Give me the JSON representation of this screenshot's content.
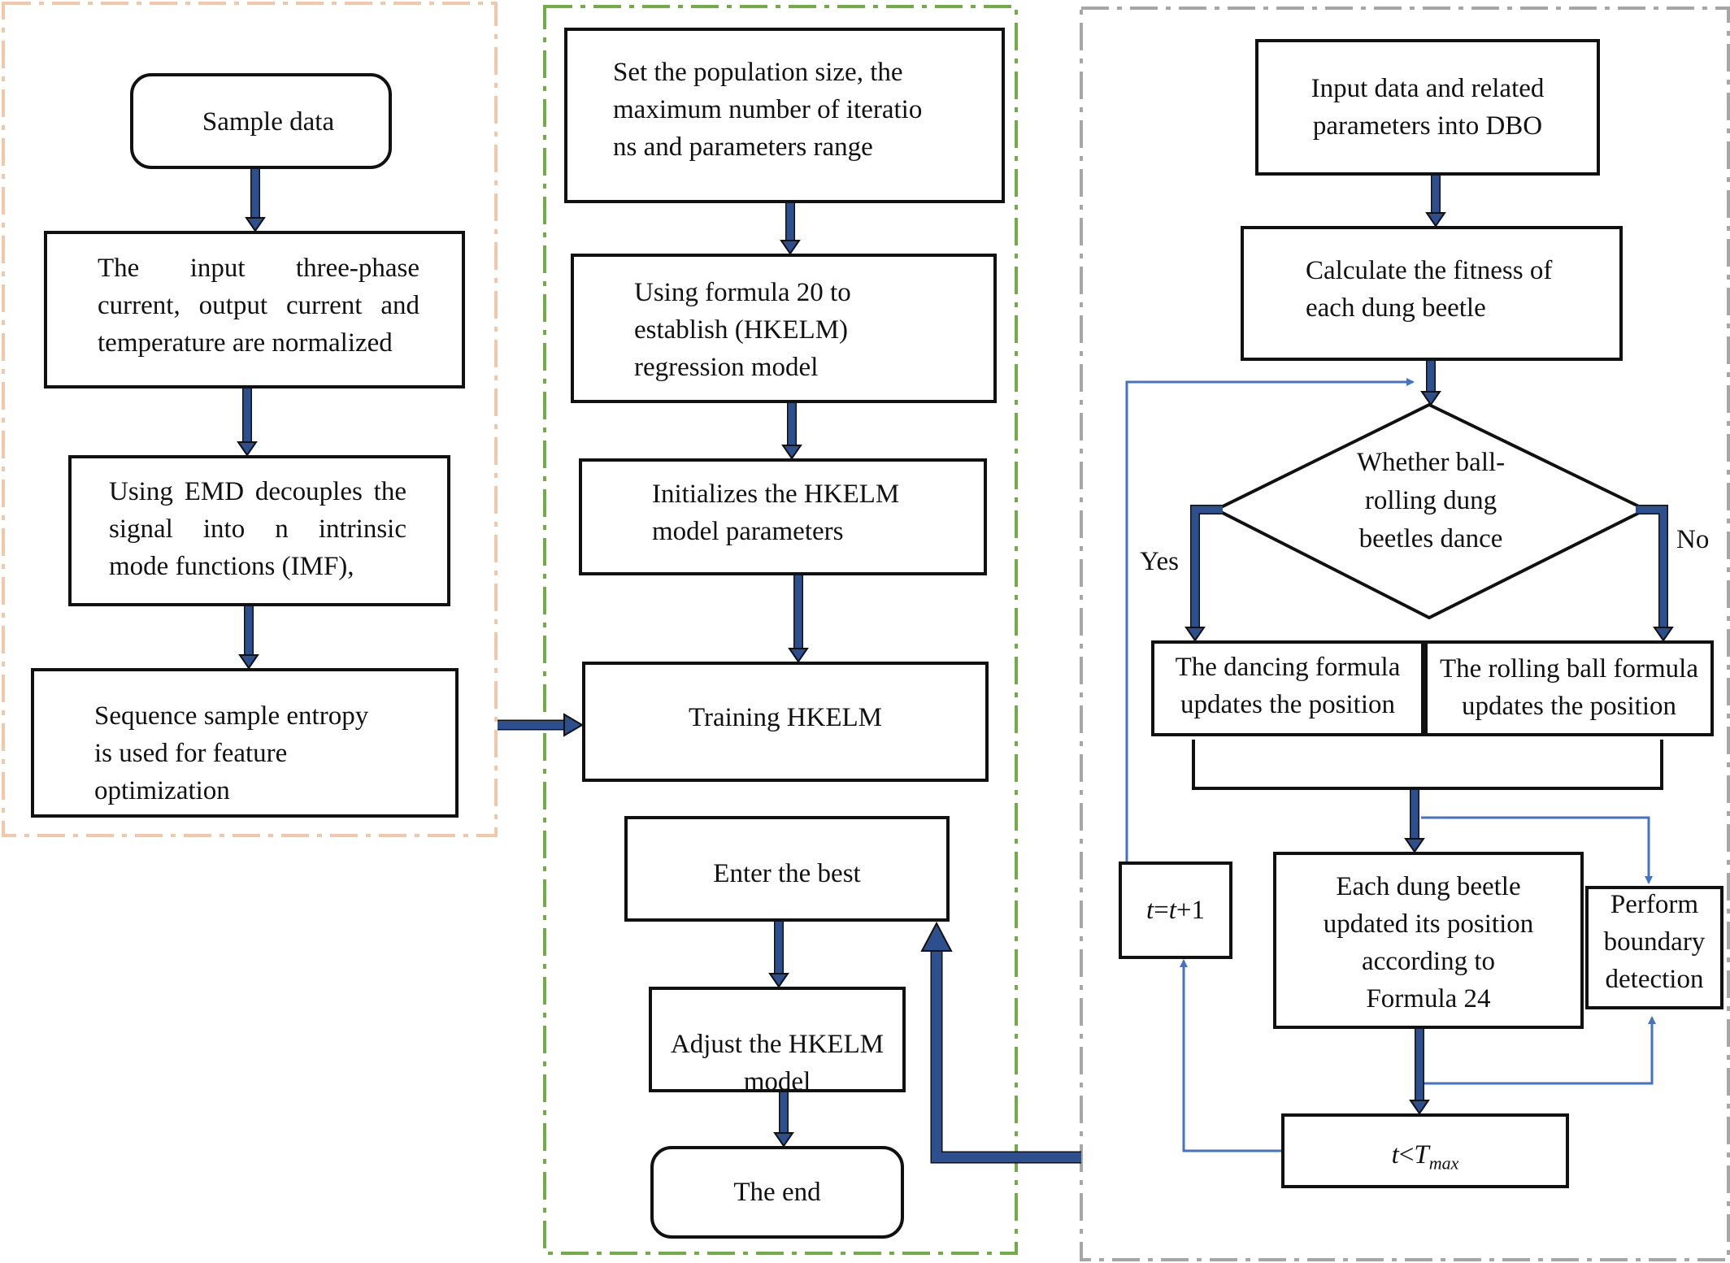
{
  "left_panel": {
    "start": "Sample data",
    "normalize": [
      "The input three-phase",
      "current, output current and",
      "temperature are normalized"
    ],
    "emd": [
      "Using EMD decouples the",
      "signal into n intrinsic",
      "mode functions (IMF),"
    ],
    "entropy": [
      "Sequence sample entropy",
      "is used for feature",
      "optimization"
    ]
  },
  "middle_panel": {
    "set_population": [
      "Set the population size, the",
      "maximum number of iteratio",
      "ns and parameters range"
    ],
    "formula20": [
      "Using formula 20 to",
      "establish (HKELM)",
      "regression model"
    ],
    "init": [
      "Initializes the HKELM",
      "model parameters"
    ],
    "training": "Training HKELM",
    "enter_best": "Enter the best",
    "adjust": [
      "Adjust the HKELM",
      "model"
    ],
    "end": "The end"
  },
  "right_panel": {
    "input_dbo": [
      "Input data and related",
      "parameters into DBO"
    ],
    "fitness": [
      "Calculate the fitness of",
      "each dung beetle"
    ],
    "decision": [
      "Whether ball-",
      "rolling dung",
      "beetles dance"
    ],
    "yes": "Yes",
    "no": "No",
    "dancing": [
      "The dancing formula",
      "updates the position"
    ],
    "rolling": [
      "The rolling ball formula",
      "updates the position"
    ],
    "each_update": [
      "Each dung beetle",
      "updated its position",
      "according to",
      "Formula 24"
    ],
    "boundary": [
      "Perform",
      "boundary",
      "detection"
    ],
    "counter": {
      "t": "t",
      "eq": "=",
      "t2": "t",
      "plus": "+1"
    },
    "condition": {
      "t": "t",
      "lt": "<",
      "T": "T",
      "sub": "max"
    }
  },
  "colors": {
    "arrow_fill": "#2d4f8e",
    "thin_arrow": "#4472c4",
    "left_border": "#f4c7a9",
    "middle_border": "#70ad47",
    "right_border": "#a6a6a6"
  }
}
